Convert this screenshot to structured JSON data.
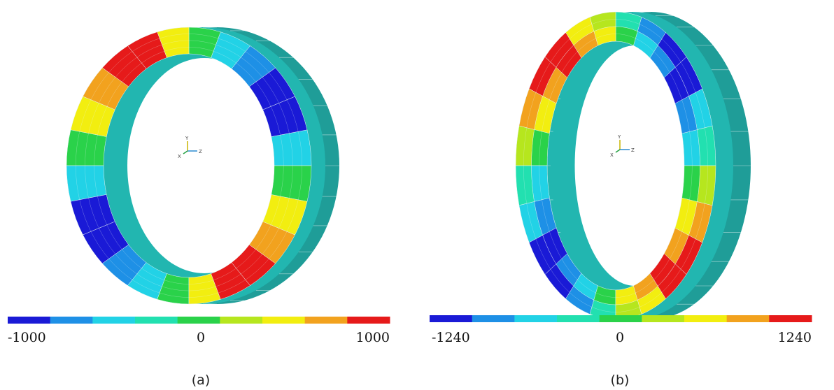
{
  "panels": [
    {
      "id": "a",
      "caption": "(a)",
      "legend": {
        "min": "-1000",
        "mid": "0",
        "max": "1000"
      },
      "triad": {
        "y": "Y",
        "x": "X",
        "z": "Z"
      },
      "pattern": "two-lobe"
    },
    {
      "id": "b",
      "caption": "(b)",
      "legend": {
        "min": "-1240",
        "mid": "0",
        "max": "1240"
      },
      "triad": {
        "y": "Y",
        "x": "X",
        "z": "Z"
      },
      "pattern": "checker"
    }
  ],
  "colors": {
    "scale": [
      "#1a1ad6",
      "#1e90e6",
      "#22d2e6",
      "#22e0b0",
      "#2ad24a",
      "#b6e61e",
      "#f2ee10",
      "#f2a21e",
      "#e61a1a"
    ],
    "ring_side": "#22b6b0",
    "ring_side_dark": "#1f9d98",
    "mesh_line": "#e8f4f4"
  }
}
